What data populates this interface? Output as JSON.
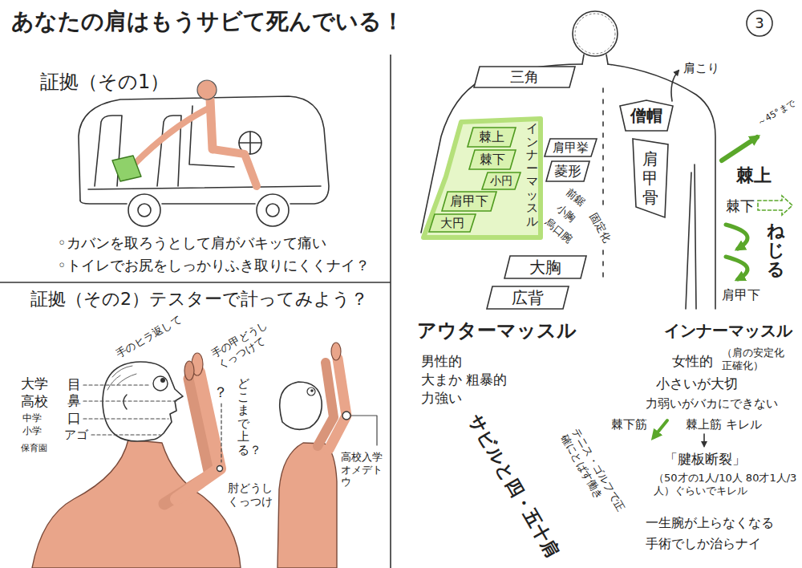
{
  "diagram": {
    "title": "あなたの肩はもうサビて死んでいる！",
    "nodes": [
      {
        "text": [
          "3"
        ]
      },
      {
        "text": [
          "三角"
        ]
      },
      {
        "text": [
          "棘上"
        ]
      },
      {
        "text": [
          "棘下"
        ]
      },
      {
        "text": [
          "小円"
        ]
      },
      {
        "text": [
          "肩甲下"
        ]
      },
      {
        "text": [
          "大円"
        ]
      },
      {
        "text": [
          "肩甲挙"
        ]
      },
      {
        "text": [
          "菱形"
        ]
      },
      {
        "text": [
          "大胸"
        ]
      },
      {
        "text": [
          "広背"
        ]
      },
      {
        "text": [
          "僧帽"
        ]
      },
      {
        "text": [
          "肩甲骨"
        ]
      }
    ],
    "labels": [
      "証拠（その1）",
      "◦カバンを取ろうとして肩がバキッて痛い",
      "◦トイレでお尻をしっかりふき取りにくくナイ？",
      "証拠（その2）テスターで計ってみよう？",
      "手のヒラ返して",
      "手の甲どうしくっつけて",
      "大学",
      "目",
      "高校",
      "鼻",
      "中学",
      "口",
      "小学",
      "アゴ",
      "保育園",
      "？",
      "どこまで上る？",
      "肘どうしくっつけ",
      "高校入学オメデトウ",
      "インナーマッスル",
      "前鋸",
      "小胸",
      "烏口腕",
      "固定化",
      "肩こり",
      "～45°まで",
      "棘上",
      "棘下",
      "ねじる",
      "肩甲下",
      "アウターマッスル",
      "男性的",
      "大まか 粗暴的",
      "力強い",
      "インナーマッスル",
      "女性的",
      "（肩の安定化 正確化）",
      "小さいが大切",
      "力弱いがバカにできない",
      "棘下筋",
      "棘上筋 キレル",
      "「腱板断裂」",
      "（50才の1人/10人 80才1人/3人）ぐらいでキレル",
      "一生腕が上らなくなる",
      "手術でしか治らナイ",
      "テニス・ゴルフで正確にとばす働き",
      "サビルと四・五十肩"
    ]
  }
}
